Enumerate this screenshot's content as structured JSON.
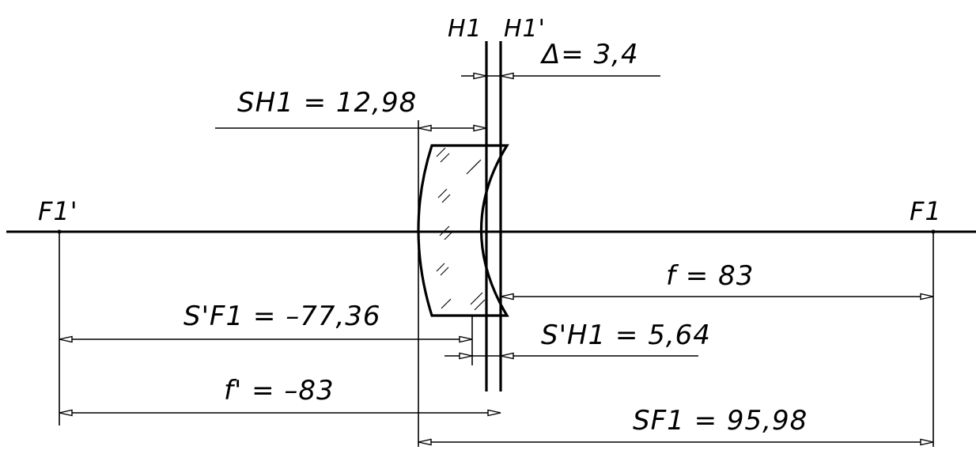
{
  "labels": {
    "H1": "H1",
    "H1_prime": "H1'",
    "delta": "Δ= 3,4",
    "SH1": "SH1 = 12,98",
    "F1_prime": "F1'",
    "F1": "F1",
    "f": "f = 83",
    "S_F1_prime": "S'F1 = –77,36",
    "S_H1_prime": "S'H1 = 5,64",
    "f_prime": "f' = –83",
    "SF1": "SF1 = 95,98"
  }
}
